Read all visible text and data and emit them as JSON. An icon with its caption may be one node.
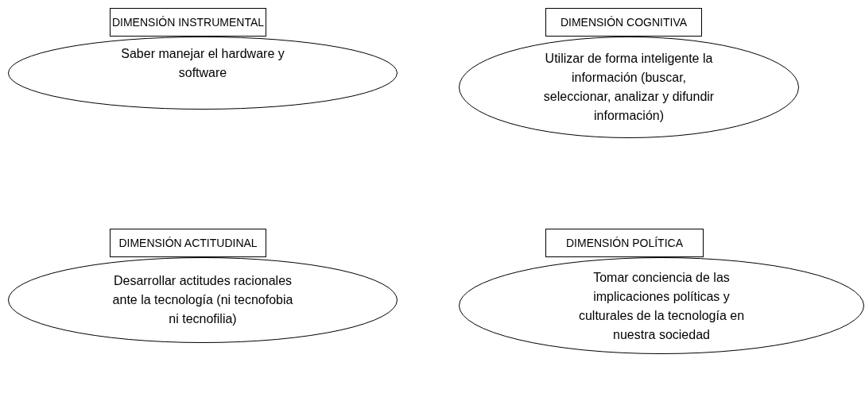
{
  "diagram": {
    "nodes": [
      {
        "text": [
          "DIMENSIÓN INSTRUMENTAL"
        ]
      },
      {
        "text": [
          "Saber manejar el hardware y software"
        ]
      },
      {
        "text": [
          "DIMENSIÓN COGNITIVA"
        ]
      },
      {
        "text": [
          "Utilizar de forma inteligente la información (buscar, seleccionar, analizar y difundir información)"
        ]
      },
      {
        "text": [
          "DIMENSIÓN ACTITUDINAL"
        ]
      },
      {
        "text": [
          "Desarrollar actitudes racionales ante la tecnología (ni tecnofobia ni tecnofilia)"
        ]
      },
      {
        "text": [
          "DIMENSIÓN POLÍTICA"
        ]
      },
      {
        "text": [
          "Tomar conciencia de las implicaciones políticas y culturales de la tecnología en nuestra sociedad"
        ]
      }
    ]
  }
}
